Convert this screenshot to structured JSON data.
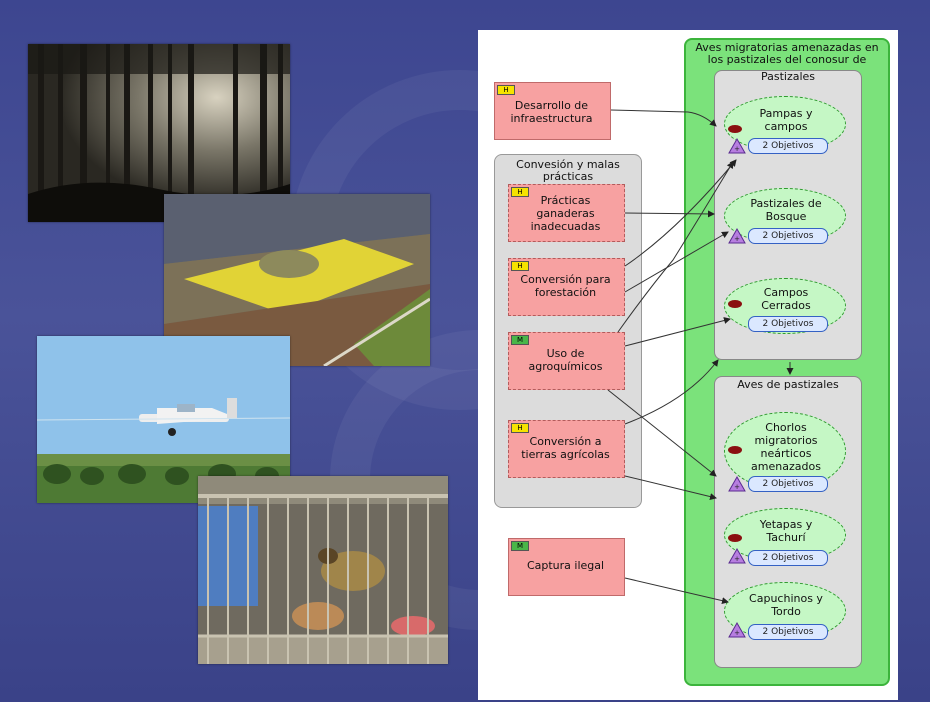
{
  "colors": {
    "slide_bg": "#434c96",
    "target_group_fill": "#7be27b",
    "threat_fill": "#f7a1a1",
    "target_fill": "#c5f7c5",
    "rank_high": "#f5e300",
    "rank_medium": "#49b649"
  },
  "photos": [
    {
      "name": "pine-forest-photo"
    },
    {
      "name": "aerial-farmland-photo"
    },
    {
      "name": "crop-duster-plane-photo"
    },
    {
      "name": "caged-birds-photo"
    }
  ],
  "diagram": {
    "main_group_title": "Aves migratorias amenazadas en los pastizales del conosur de",
    "pastizales_group_title": "Pastizales",
    "aves_group_title": "Aves de pastizales",
    "threat_group_title": "Convesión y malas prácticas",
    "threats": [
      {
        "label": "Desarrollo de infraestructura",
        "rank": "H",
        "rank_level": "high"
      },
      {
        "label": "Prácticas ganaderas inadecuadas",
        "rank": "H",
        "rank_level": "high"
      },
      {
        "label": "Conversión para forestación",
        "rank": "H",
        "rank_level": "high"
      },
      {
        "label": "Uso de agroquímicos",
        "rank": "M",
        "rank_level": "medium"
      },
      {
        "label": "Conversión a tierras agrícolas",
        "rank": "H",
        "rank_level": "high"
      },
      {
        "label": "Captura ilegal",
        "rank": "M",
        "rank_level": "medium"
      }
    ],
    "targets": [
      {
        "label": "Pampas y campos",
        "objectives": "2 Objetivos"
      },
      {
        "label": "Pastizales de Bosque",
        "objectives": "2 Objetivos"
      },
      {
        "label": "Campos Cerrados",
        "objectives": "2 Objetivos"
      },
      {
        "label": "Chorlos migratorios neárticos amenazados",
        "objectives": "2 Objetivos"
      },
      {
        "label": "Yetapas y Tachurí",
        "objectives": "2 Objetivos"
      },
      {
        "label": "Capuchinos y Tordo",
        "objectives": "2 Objetivos"
      }
    ]
  }
}
